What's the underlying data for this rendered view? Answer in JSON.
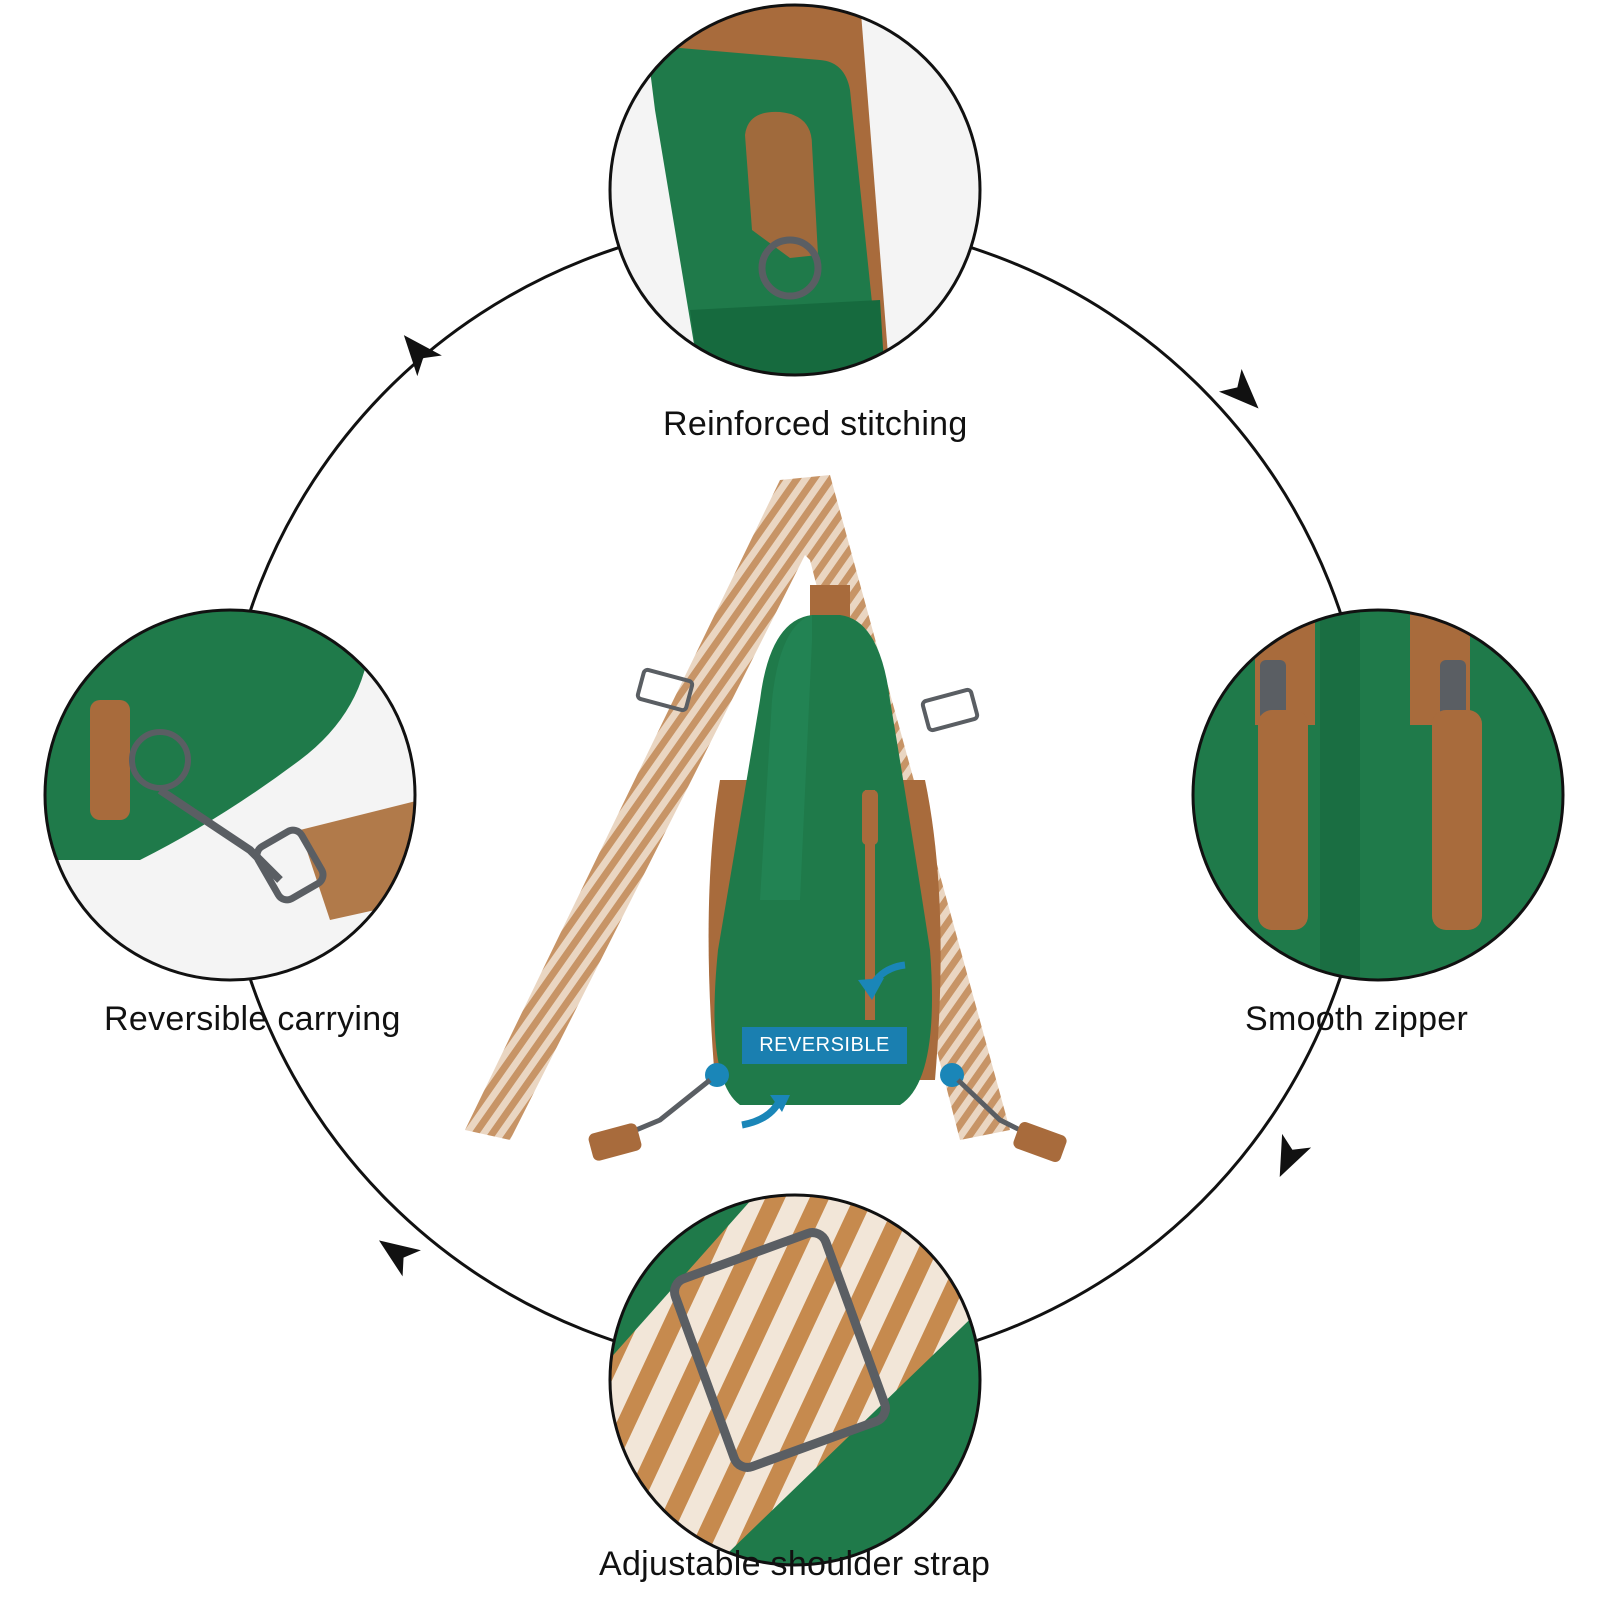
{
  "captions": {
    "top": "Reinforced stitching",
    "left": "Reversible carrying",
    "right": "Smooth zipper",
    "bottom": "Adjustable shoulder strap"
  },
  "badge": "REVERSIBLE",
  "colors": {
    "leather_green": "#1f7a4a",
    "leather_dark": "#15603a",
    "tan": "#a86b3c",
    "metal": "#5a5e63",
    "badge_blue": "#1a7fb0",
    "arrow_blue": "#1a86b8",
    "strap_tan": "#c79466",
    "strap_light": "#ead6c2"
  },
  "icons": [
    "arrow-top-left-icon",
    "arrow-top-right-icon",
    "arrow-right-icon",
    "arrow-bottom-left-icon"
  ]
}
